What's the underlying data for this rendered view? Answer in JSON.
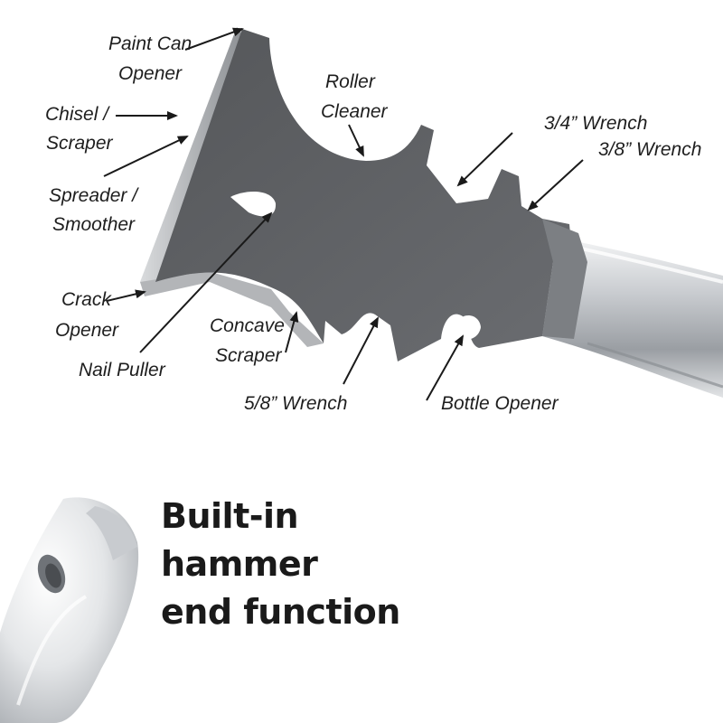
{
  "labels": {
    "paint_can_opener_1": "Paint Can",
    "paint_can_opener_2": "Opener",
    "chisel_scraper_1": "Chisel /",
    "chisel_scraper_2": "Scraper",
    "spreader_smoother_1": "Spreader /",
    "spreader_smoother_2": "Smoother",
    "crack_opener_1": "Crack",
    "crack_opener_2": "Opener",
    "nail_puller": "Nail Puller",
    "concave_scraper_1": "Concave",
    "concave_scraper_2": "Scraper",
    "roller_cleaner_1": "Roller",
    "roller_cleaner_2": "Cleaner",
    "wrench_3_4": "3/4” Wrench",
    "wrench_3_8": "3/8” Wrench",
    "wrench_5_8": "5/8” Wrench",
    "bottle_opener": "Bottle Opener"
  },
  "hammer": {
    "line1": "Built-in",
    "line2": "hammer",
    "line3": "end function"
  },
  "colors": {
    "blade": "#5e6063",
    "blade_edge": "#a9abae",
    "handle": "#cfd2d6",
    "text": "#1e1e1e"
  }
}
